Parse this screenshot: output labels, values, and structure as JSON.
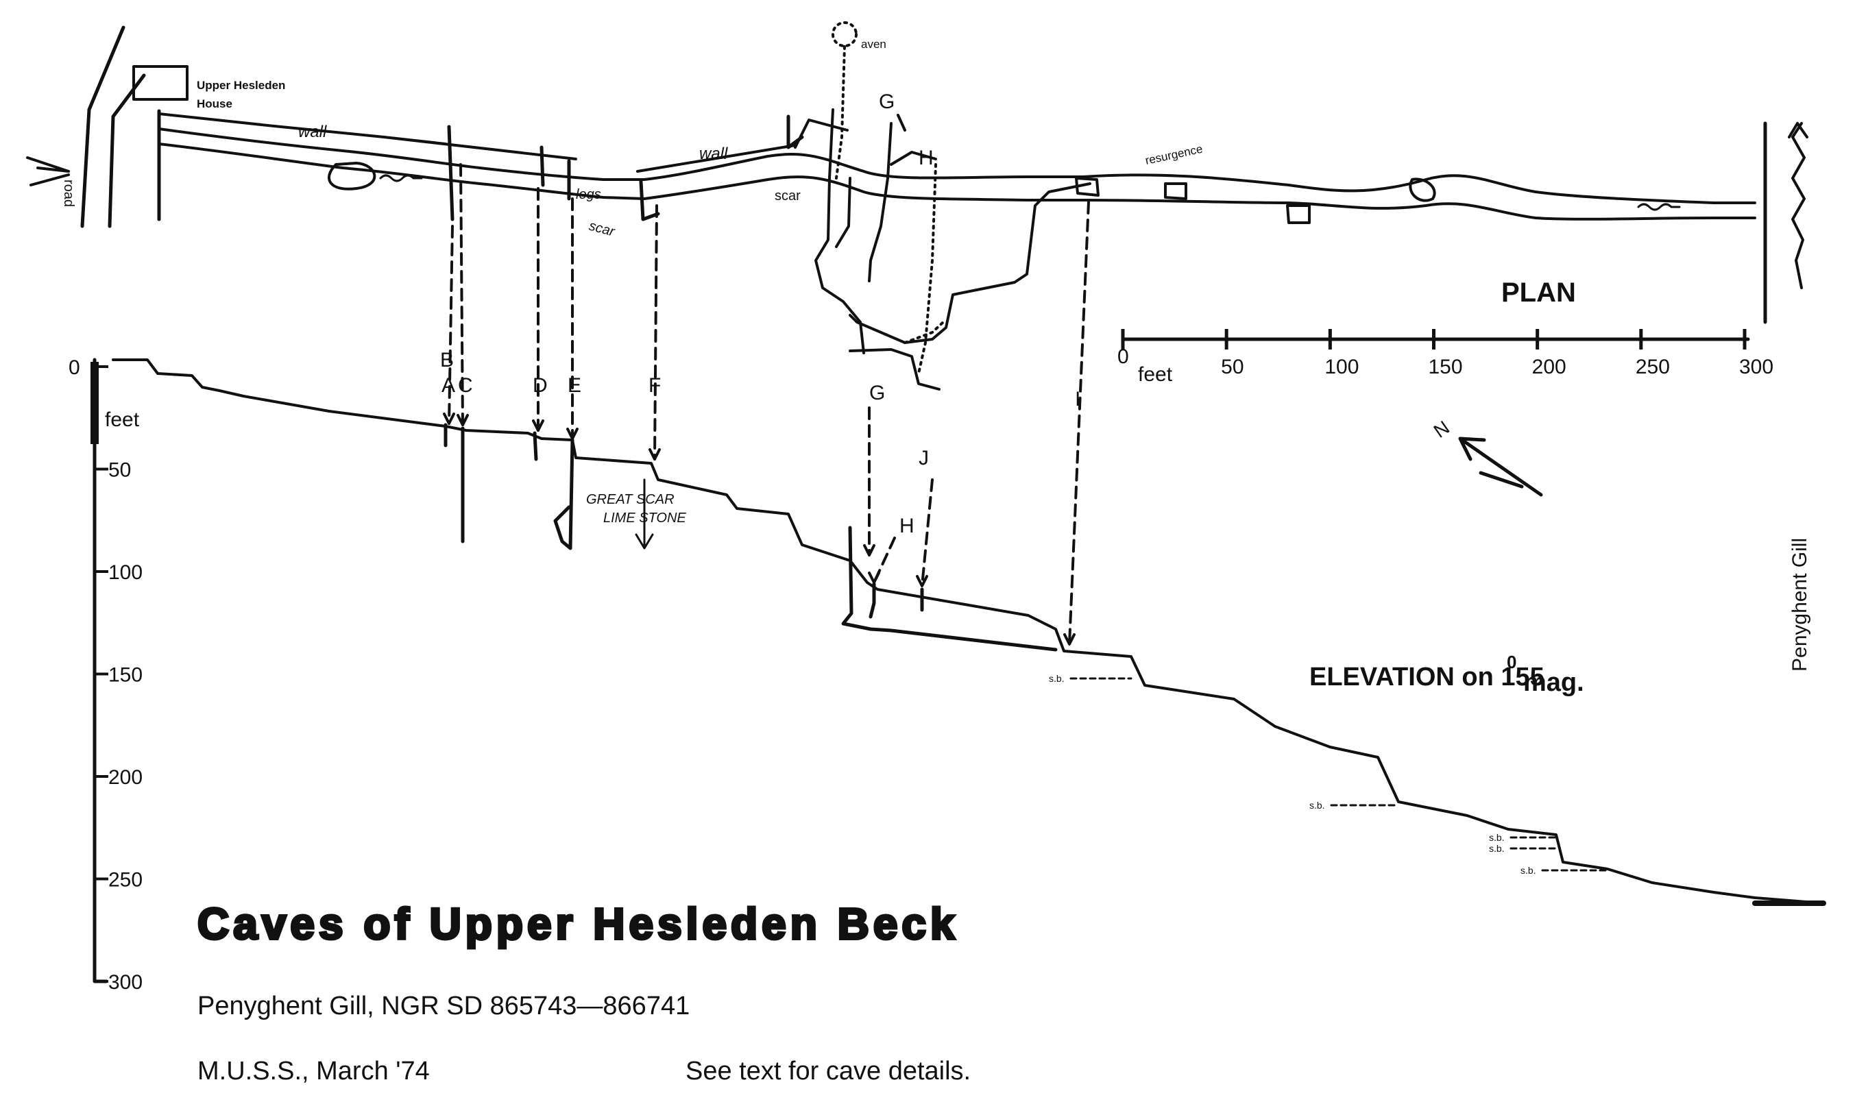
{
  "title": "Caves of Upper Hesleden Beck",
  "subtitle": "Penyghent Gill, NGR SD 865743—866741",
  "credit": "M.U.S.S., March '74",
  "note": "See text for cave details.",
  "side_label": "Penyghent Gill",
  "plan": {
    "label": "PLAN",
    "labels": {
      "upper_hesleden_house_1": "Upper Hesleden",
      "upper_hesleden_house_2": "House",
      "road": "road",
      "wall_1": "wall",
      "wall_2": "wall",
      "aven": "aven",
      "logs": "logs",
      "scar_1": "scar",
      "scar_2": "scar",
      "resurgence": "resurgence"
    },
    "scale": {
      "unit": "feet",
      "ticks": [
        "0",
        "50",
        "100",
        "150",
        "200",
        "250",
        "300"
      ]
    },
    "north": "N"
  },
  "elevation": {
    "label": "ELEVATION on 155",
    "deg": "0",
    "mag": "mag.",
    "depth_scale": {
      "unit": "feet",
      "ticks": [
        "0",
        "50",
        "100",
        "150",
        "200",
        "250",
        "300"
      ]
    },
    "geology_1": "GREAT SCAR",
    "geology_2": "LIME STONE",
    "sump_label": "s.b."
  },
  "caves": [
    "A",
    "B",
    "C",
    "D",
    "E",
    "F",
    "G",
    "H",
    "I",
    "J"
  ],
  "plan_only_labels": {
    "G": "G",
    "H": "H"
  }
}
